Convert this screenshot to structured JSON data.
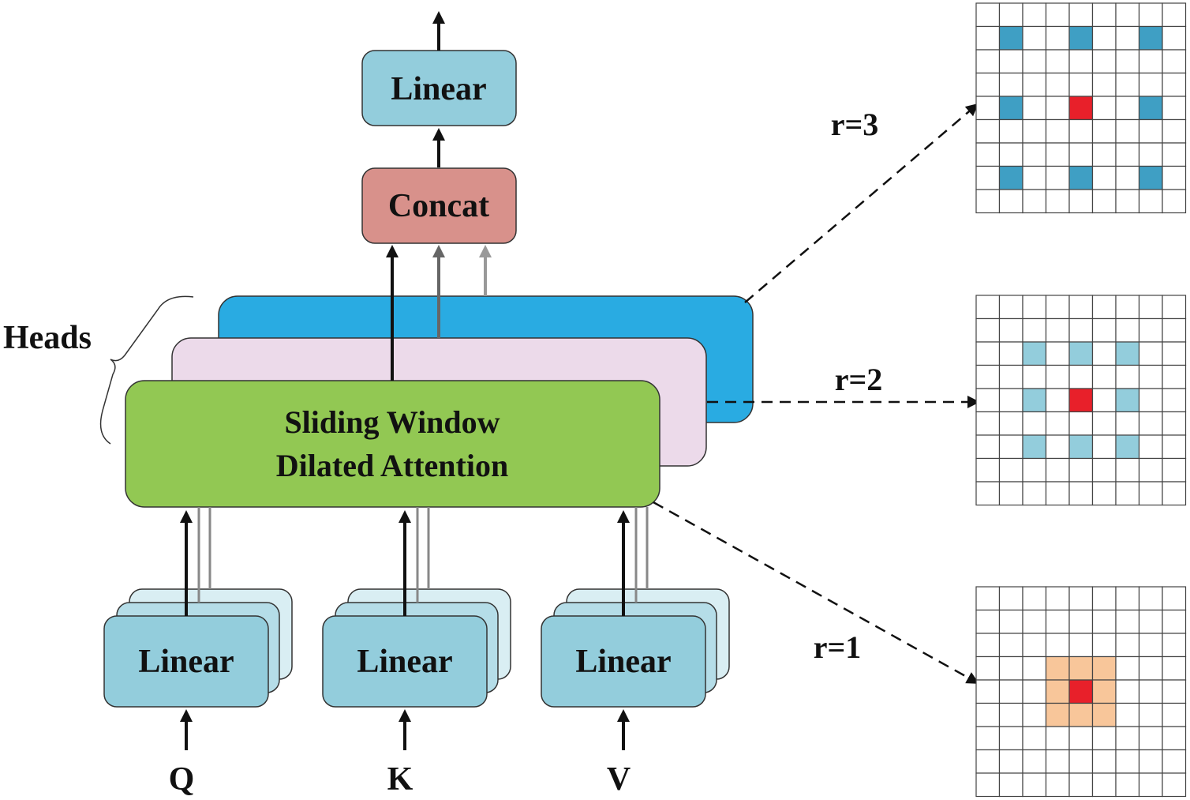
{
  "output_block": {
    "label": "Linear"
  },
  "concat_block": {
    "label": "Concat"
  },
  "heads": {
    "label": "Heads",
    "main_block": {
      "line1": "Sliding Window",
      "line2": "Dilated Attention"
    }
  },
  "inputs": [
    {
      "linear_label": "Linear",
      "input_label": "Q"
    },
    {
      "linear_label": "Linear",
      "input_label": "K"
    },
    {
      "linear_label": "Linear",
      "input_label": "V"
    }
  ],
  "dilation_grids": [
    {
      "label": "r=3",
      "rate": 3
    },
    {
      "label": "r=2",
      "rate": 2
    },
    {
      "label": "r=1",
      "rate": 1
    }
  ],
  "colors": {
    "linear_fill": "#93cddc",
    "concat_fill": "#d8918b",
    "head_green": "#92c853",
    "head_pink": "#ecdaea",
    "head_blue": "#29abe2",
    "grid_center": "#e8202a",
    "grid_r3": "#3f9fc4",
    "grid_r2": "#93cddc",
    "grid_r1": "#f8c69a"
  }
}
